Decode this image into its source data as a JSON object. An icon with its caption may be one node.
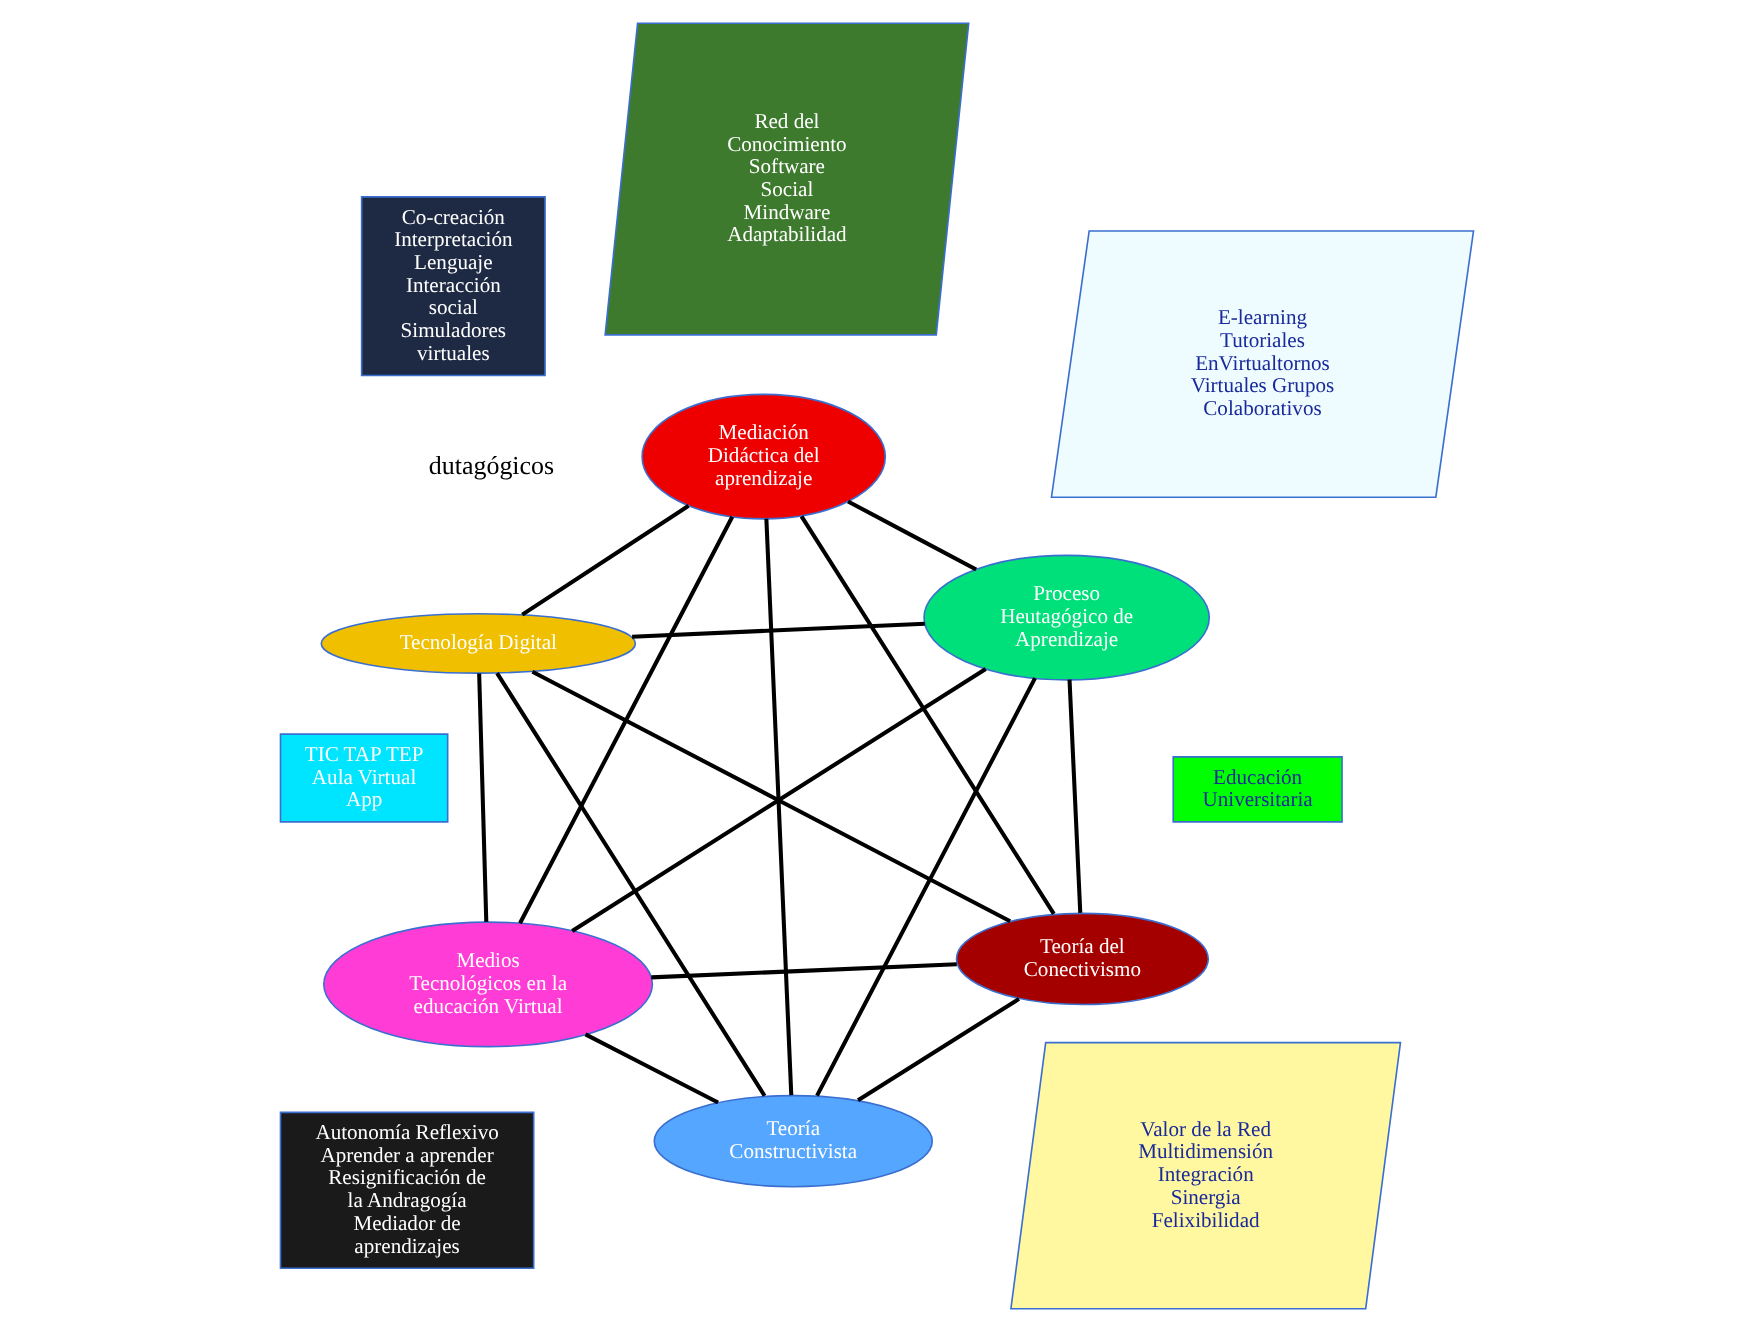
{
  "diagram": {
    "nodes": [
      {
        "text": [
          "Medios Tecnológicos en la educación Virtual"
        ]
      },
      {
        "text": [
          "Teoría del Conectivismo"
        ]
      },
      {
        "text": [
          "Teoría Constructivista"
        ]
      },
      {
        "text": [
          "Mediación Didáctica del aprendizaje"
        ]
      },
      {
        "text": [
          "Proceso Heutagógico de Aprendizaje"
        ]
      },
      {
        "text": [
          "Tecnología Digital"
        ]
      },
      {
        "text": [
          "Educación Universitaria"
        ]
      },
      {
        "text": [
          "TIC TAP TEP Aula Virtual App"
        ]
      },
      {
        "text": [
          "Red del Conocimiento Software Social Mindware Adaptabilidad"
        ]
      },
      {
        "text": [
          "Valor de la Red",
          "Multidimensión Integración Sinergia Felixibilidad"
        ]
      },
      {
        "text": [
          "Co-creación Interpretación Lenguaje Interacción social Simuladores virtuales"
        ]
      },
      {
        "text": [
          "E-learning Tutoriales EnVirtualtornos Virtuales Grupos Colaborativos"
        ]
      },
      {
        "text": [
          "Autonomía Reflexivo Aprender a aprender Resignificación de la Andragogía Mediador de aprendizajes"
        ]
      }
    ],
    "edges": [
      {
        "from": 0,
        "to": 5,
        "arrow": "none"
      },
      {
        "from": 0,
        "to": 1,
        "arrow": "none"
      },
      {
        "from": 0,
        "to": 4,
        "arrow": "none"
      },
      {
        "from": 0,
        "to": 3,
        "arrow": "none"
      },
      {
        "from": 0,
        "to": 2,
        "arrow": "none"
      },
      {
        "from": 5,
        "to": 1,
        "arrow": "none"
      },
      {
        "from": 5,
        "to": 2,
        "arrow": "none"
      },
      {
        "from": 5,
        "to": 3,
        "arrow": "none"
      },
      {
        "from": 5,
        "to": 4,
        "arrow": "none"
      },
      {
        "from": 1,
        "to": 4,
        "arrow": "none"
      },
      {
        "from": 1,
        "to": 3,
        "arrow": "none"
      },
      {
        "from": 1,
        "to": 2,
        "arrow": "none"
      },
      {
        "from": 4,
        "to": 2,
        "arrow": "none"
      },
      {
        "from": 4,
        "to": 3,
        "arrow": "none"
      },
      {
        "from": 2,
        "to": 3,
        "arrow": "none"
      }
    ],
    "labels": [
      "dutagógicos"
    ]
  }
}
